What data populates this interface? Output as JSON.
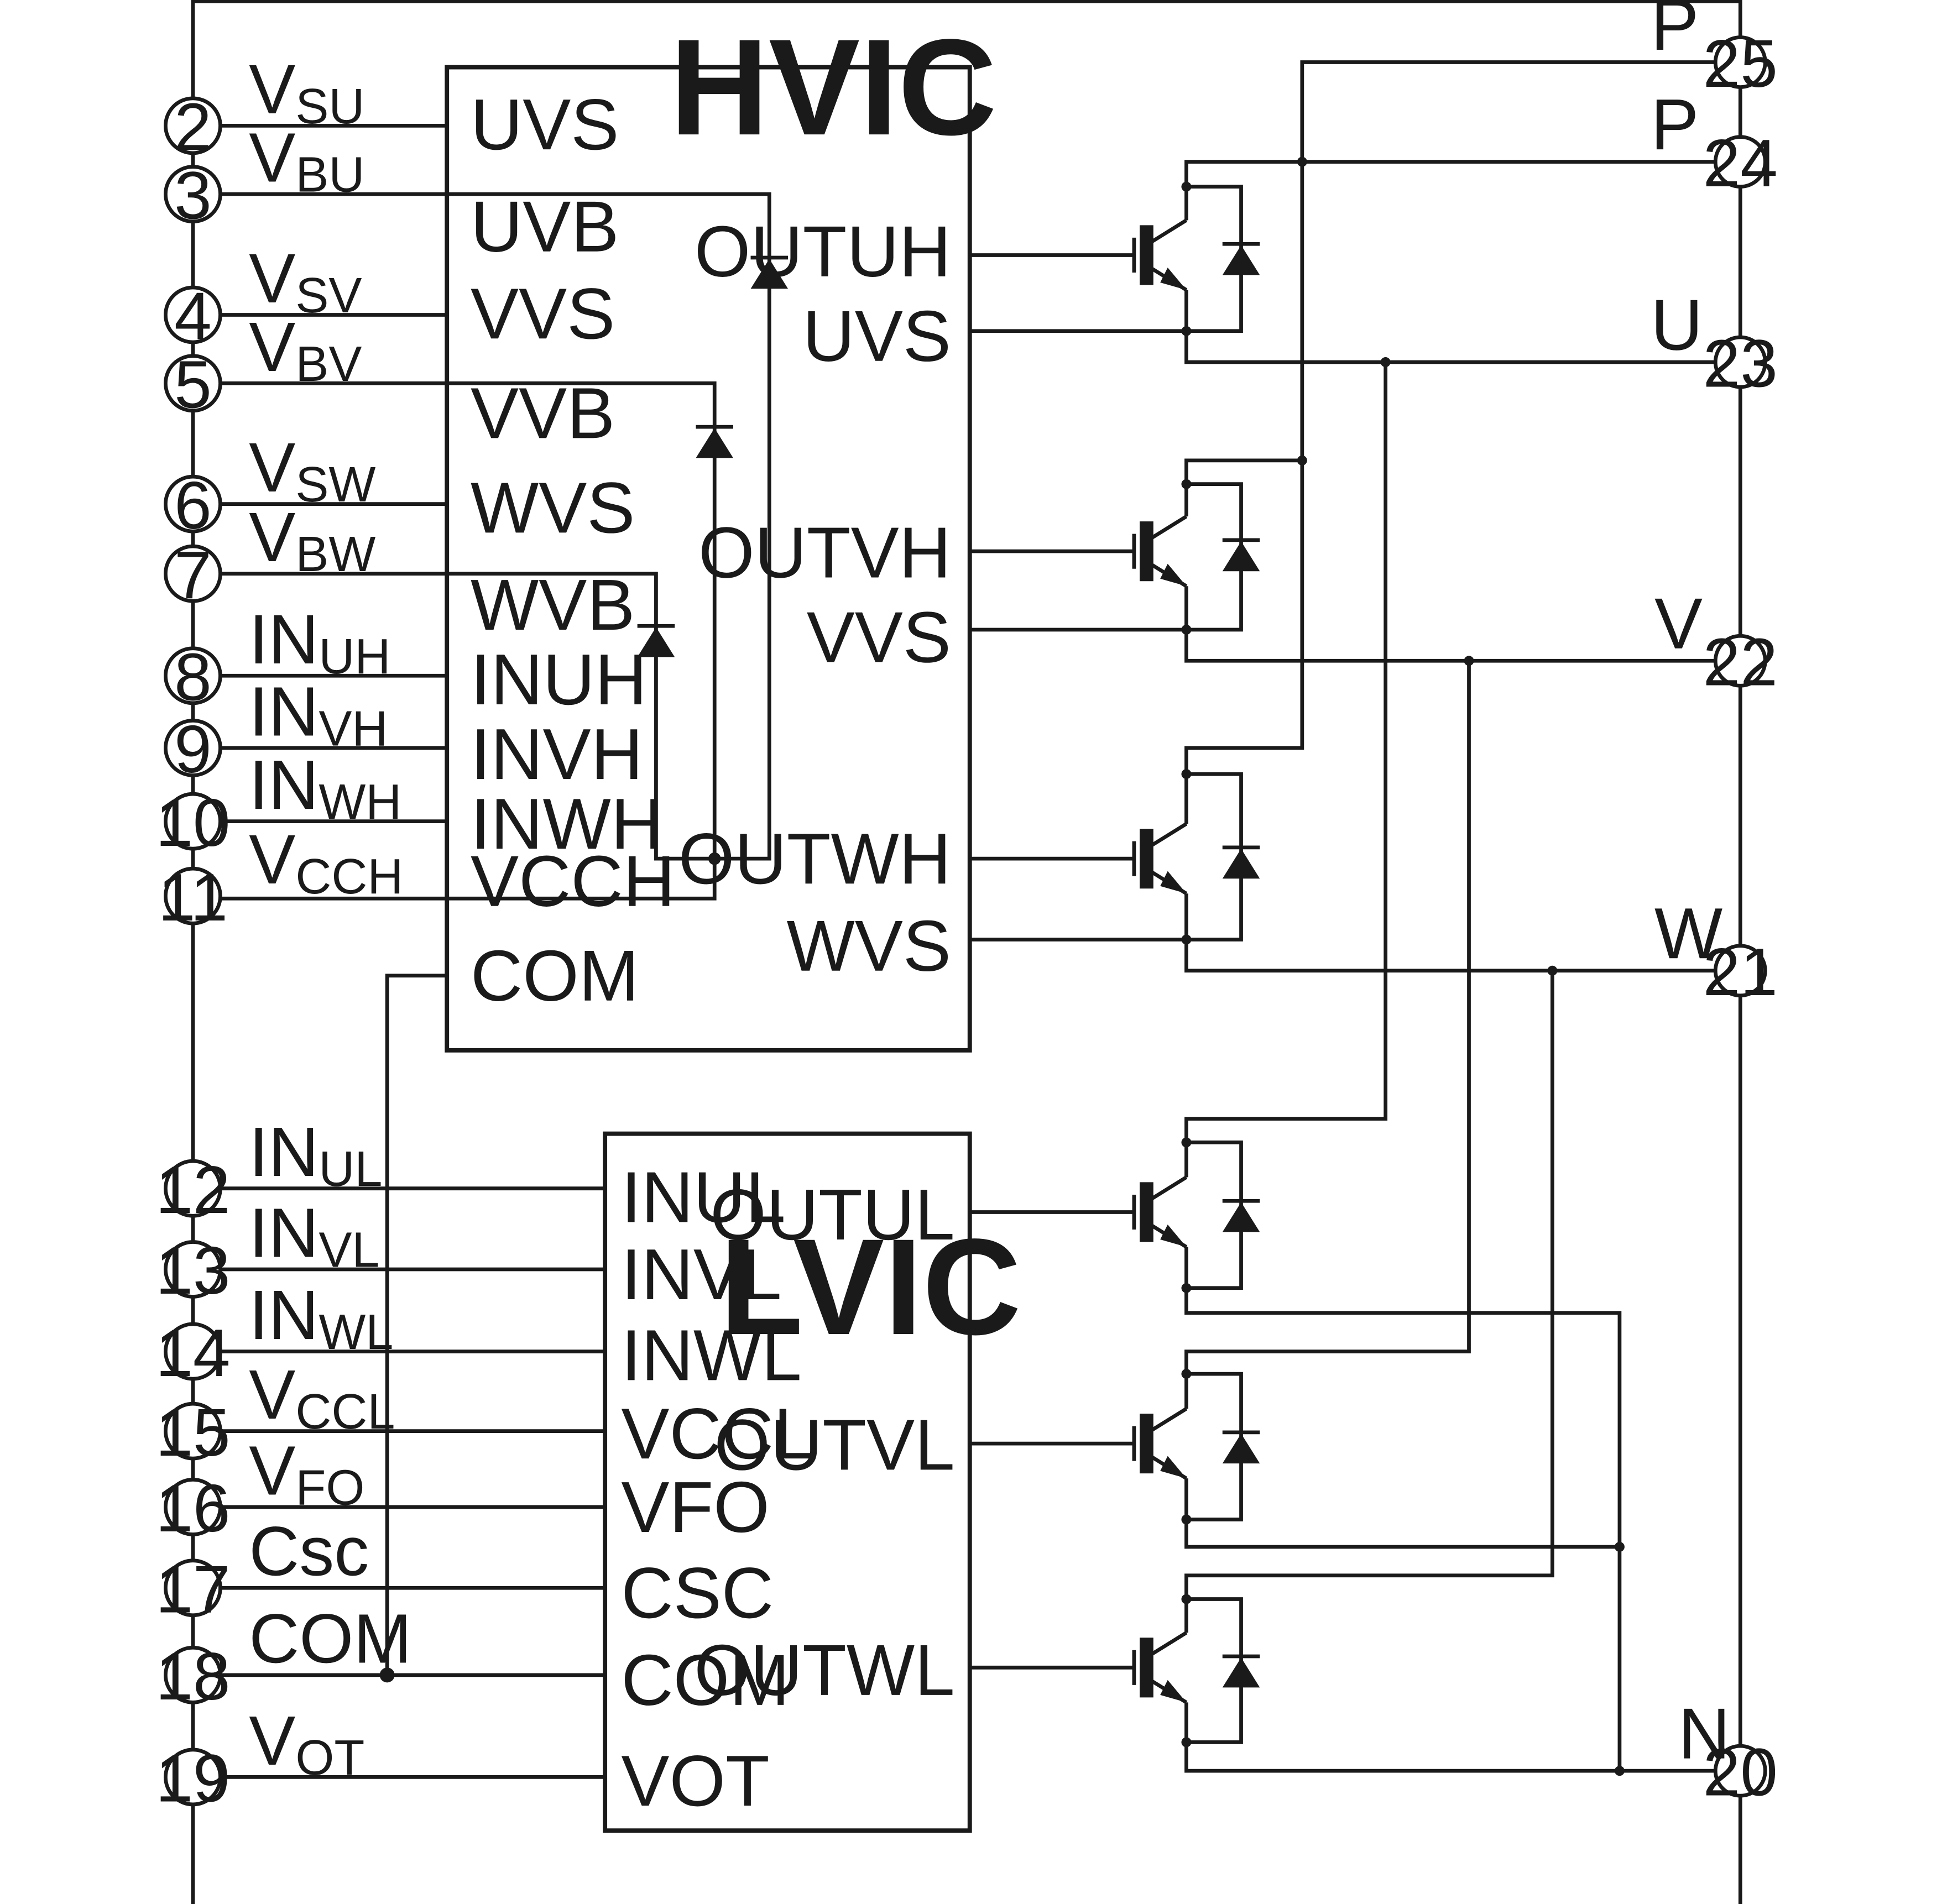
{
  "hvic": {
    "title": "HVIC",
    "ports_left": [
      "UVS",
      "UVB",
      "VVS",
      "VVB",
      "WVS",
      "WVB",
      "INUH",
      "INVH",
      "INWH",
      "VCCH",
      "COM"
    ],
    "ports_right": [
      "OUTUH",
      "UVS",
      "OUTVH",
      "VVS",
      "OUTWH",
      "WVS"
    ]
  },
  "lvic": {
    "title": "LVIC",
    "ports_left": [
      "INUL",
      "INVL",
      "INWL",
      "VCCL",
      "VFO",
      "CSC",
      "COM",
      "VOT"
    ],
    "ports_right": [
      "OUTUL",
      "OUTVL",
      "OUTWL"
    ]
  },
  "left_pins": [
    {
      "num": "2",
      "base": "V",
      "sub": "SU"
    },
    {
      "num": "3",
      "base": "V",
      "sub": "BU"
    },
    {
      "num": "4",
      "base": "V",
      "sub": "SV"
    },
    {
      "num": "5",
      "base": "V",
      "sub": "BV"
    },
    {
      "num": "6",
      "base": "V",
      "sub": "SW"
    },
    {
      "num": "7",
      "base": "V",
      "sub": "BW"
    },
    {
      "num": "8",
      "base": "IN",
      "sub": "UH"
    },
    {
      "num": "9",
      "base": "IN",
      "sub": "VH"
    },
    {
      "num": "10",
      "base": "IN",
      "sub": "WH"
    },
    {
      "num": "11",
      "base": "V",
      "sub": "CCH"
    },
    {
      "num": "12",
      "base": "IN",
      "sub": "UL"
    },
    {
      "num": "13",
      "base": "IN",
      "sub": "VL"
    },
    {
      "num": "14",
      "base": "IN",
      "sub": "WL"
    },
    {
      "num": "15",
      "base": "V",
      "sub": "CCL"
    },
    {
      "num": "16",
      "base": "V",
      "sub": "FO"
    },
    {
      "num": "17",
      "base": "Csc",
      "sub": ""
    },
    {
      "num": "18",
      "base": "COM",
      "sub": ""
    },
    {
      "num": "19",
      "base": "V",
      "sub": "OT"
    }
  ],
  "right_pins": [
    {
      "num": "25",
      "label": "P"
    },
    {
      "num": "24",
      "label": "P"
    },
    {
      "num": "23",
      "label": "U"
    },
    {
      "num": "22",
      "label": "V"
    },
    {
      "num": "21",
      "label": "W"
    },
    {
      "num": "20",
      "label": "N"
    }
  ]
}
